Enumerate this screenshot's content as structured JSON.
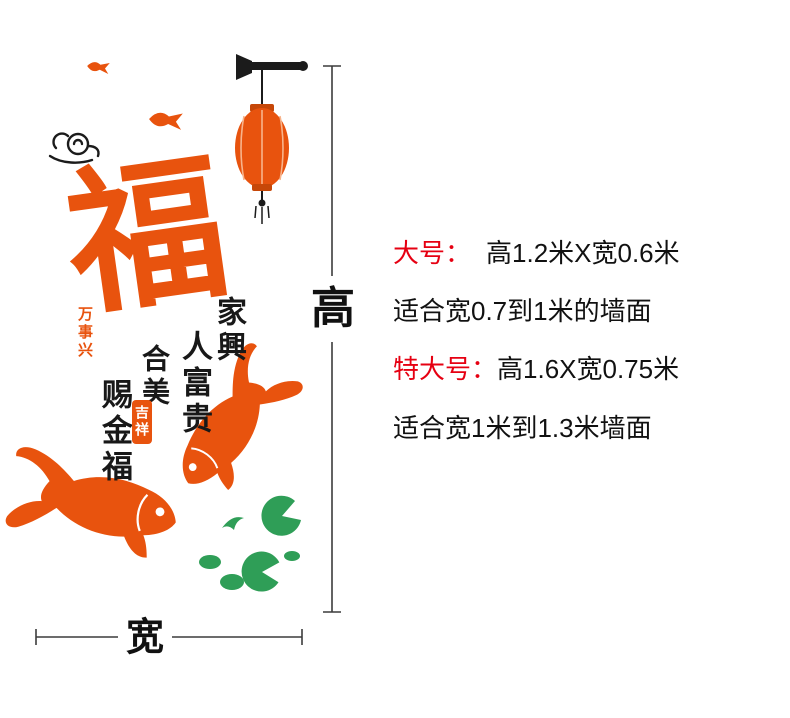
{
  "artwork": {
    "fu_character": "福",
    "seal_wanshixing": "万事兴",
    "seal_jixiang": "吉祥",
    "columns": [
      "家興",
      "人富贵",
      "合美",
      "赐金福"
    ],
    "colors": {
      "orange": "#e8530e",
      "green": "#2f9e57",
      "ink": "#1b1b1b"
    }
  },
  "dimensions": {
    "height_label": "高",
    "width_label": "宽"
  },
  "specs": {
    "lines": [
      {
        "label": "大号：",
        "value": "高1.2米X宽0.6米"
      },
      {
        "value": "适合宽0.7到1米的墙面"
      },
      {
        "label": "特大号：",
        "value": "高1.6X宽0.75米"
      },
      {
        "value": "适合宽1米到1.3米墙面"
      }
    ],
    "accent_red": "#e60012",
    "text_color": "#111111"
  }
}
